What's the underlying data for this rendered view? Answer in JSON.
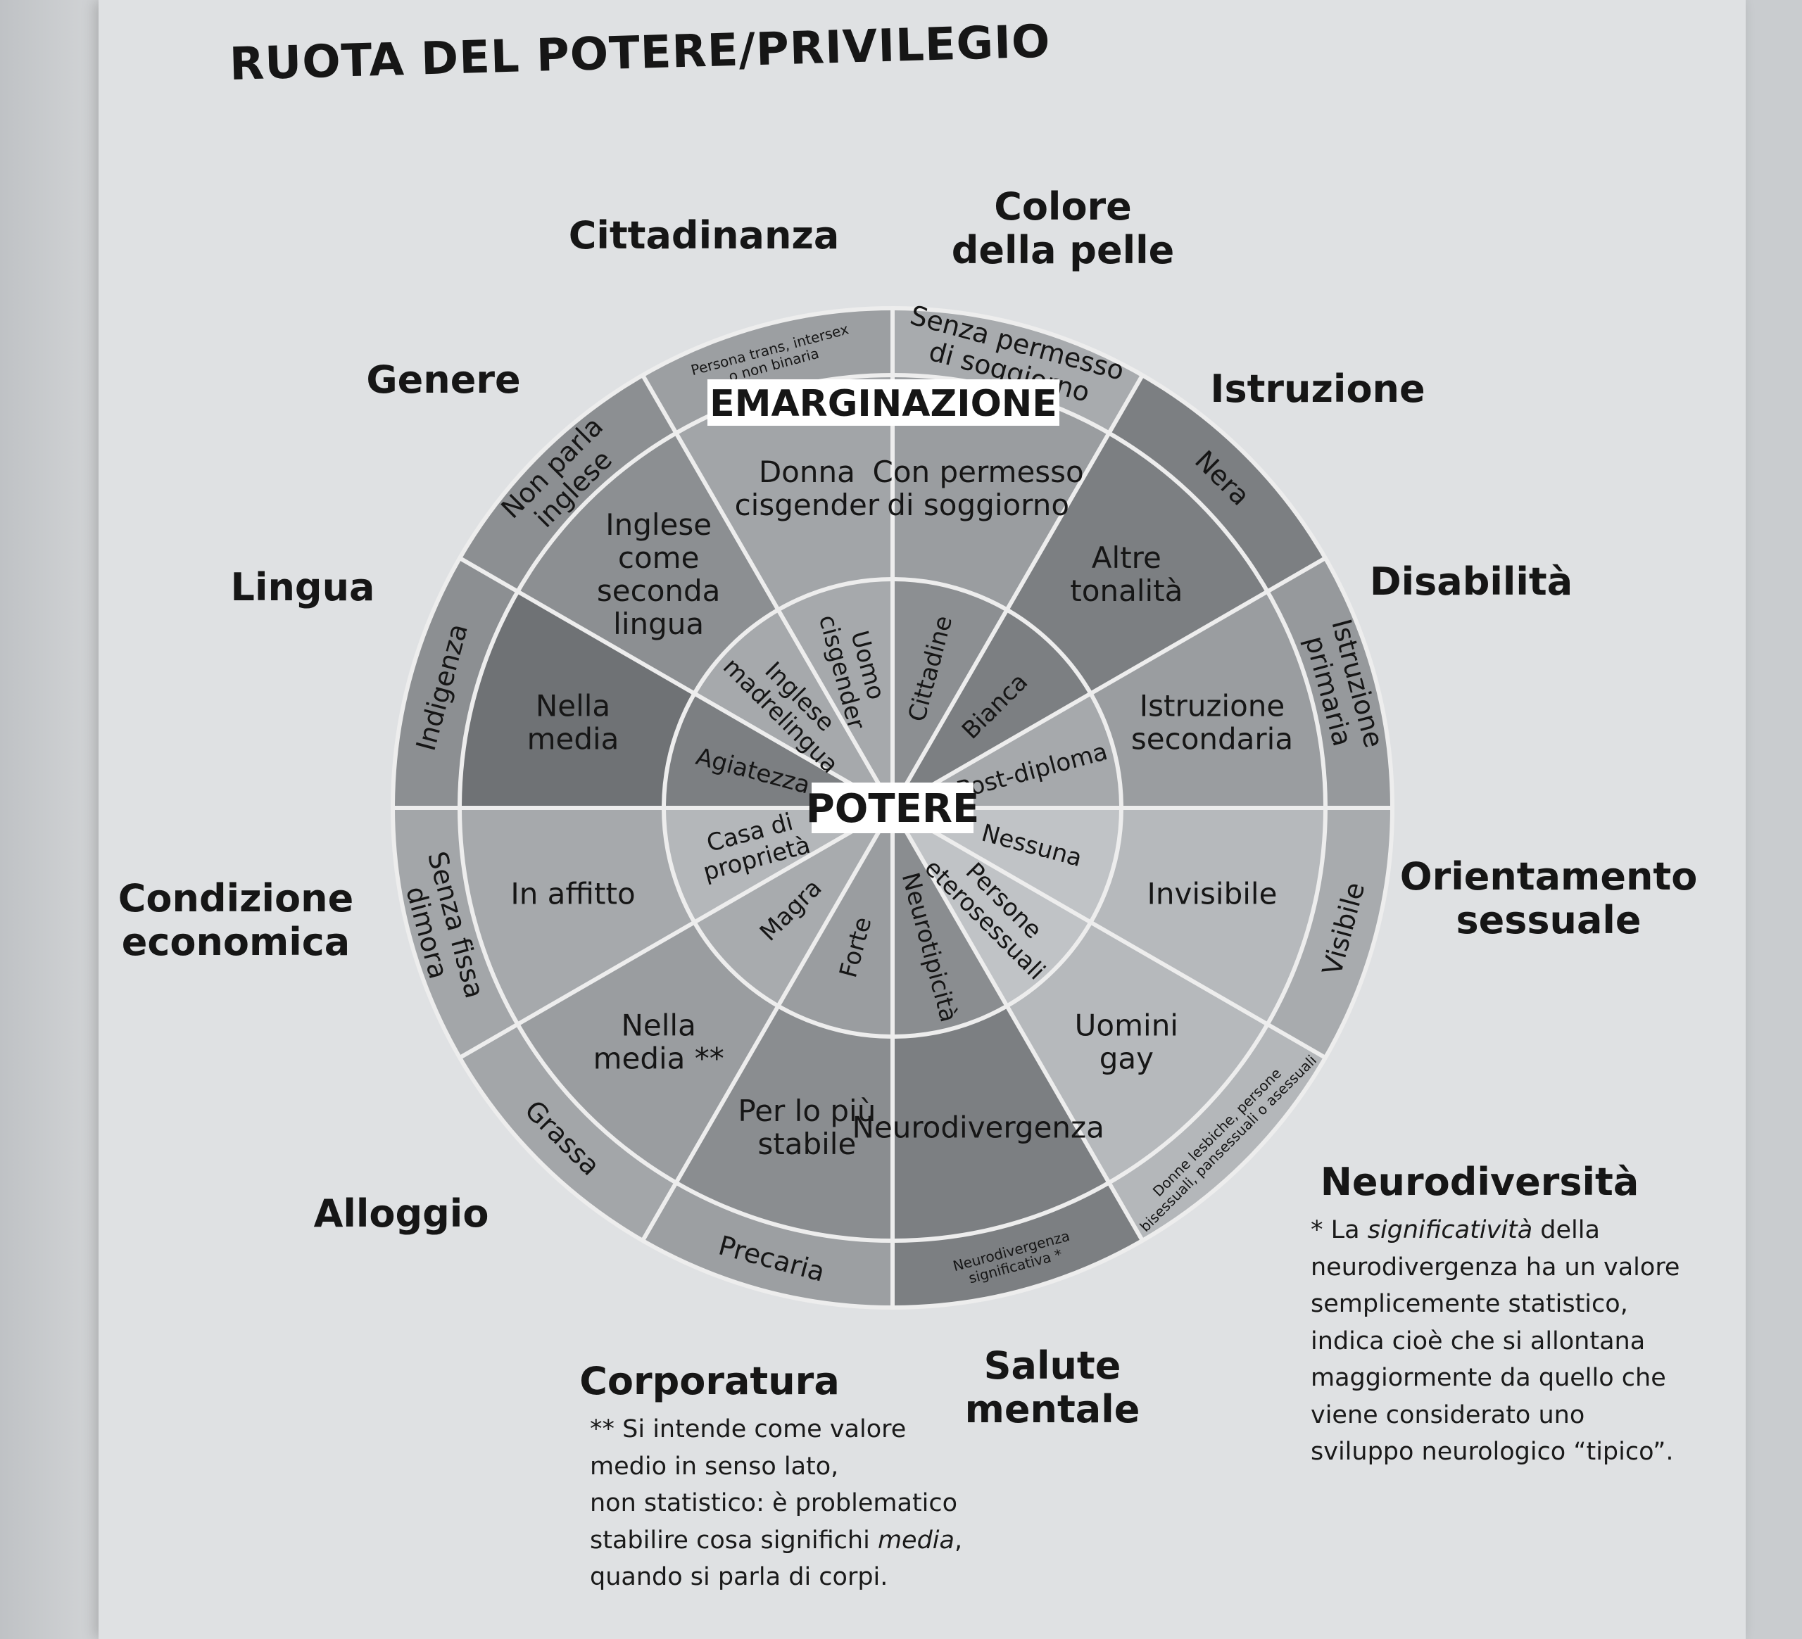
{
  "title": "RUOTA DEL POTERE/PRIVILEGIO",
  "center_label": "POTERE",
  "outer_ring_label": "EMARGINAZIONE",
  "categories": [
    "Cittadinanza",
    "Colore\ndella pelle",
    "Istruzione",
    "Disabilità",
    "Orientamento\nsessuale",
    "Neurodiversità",
    "Salute\nmentale",
    "Corporatura",
    "Alloggio",
    "Condizione\neconomica",
    "Lingua",
    "Genere"
  ],
  "inner_ring": [
    "Cittadine",
    "Bianca",
    "Post-diploma",
    "Nessuna",
    "Persone\neterosessuali",
    "Neurotipicità",
    "Forte",
    "Magra",
    "Casa di\nproprietà",
    "Agiatezza",
    "Inglese\nmadrelingua",
    "Uomo\ncisgender"
  ],
  "middle_ring": [
    "Con permesso\ndi soggiorno",
    "Altre\ntonalità",
    "Istruzione\nsecondaria",
    "Invisibile",
    "Uomini\ngay",
    "Neurodivergenza",
    "Per lo più\nstabile",
    "Nella\nmedia **",
    "In affitto",
    "Nella\nmedia",
    "Inglese\ncome\nseconda\nlingua",
    "Donna\ncisgender"
  ],
  "outer_ring": [
    "Senza permesso\ndi soggiorno",
    "Nera",
    "Istruzione\nprimaria",
    "Visibile",
    "Donne lesbiche, persone\nbisessuali, pansessuali o asessuali",
    "Neurodivergenza\nsignificativa *",
    "Precaria",
    "Grassa",
    "Senza fissa\ndimora",
    "Indigenza",
    "Non parla\ninglese",
    "Persona trans, intersex\no non binaria"
  ],
  "notes": {
    "neuro_lines": [
      "* La <i>significatività</i> della",
      "neurodivergenza ha un valore",
      "semplicemente statistico,",
      "indica cioè che si allontana",
      "maggiormente da quello che",
      "viene considerato uno",
      "sviluppo neurologico “tipico”."
    ],
    "body_lines": [
      "** Si intende come valore",
      "medio in senso lato,",
      "non statistico: è problematico",
      "stabilire cosa significhi <i>media</i>,",
      "quando si parla di corpi."
    ]
  },
  "colors": {
    "page": "#dfe1e3",
    "line": "#ededed",
    "text": "#161616",
    "outer_fills": [
      "#a8abae",
      "#7c7f82",
      "#96999c",
      "#a8abae",
      "#b4b7ba",
      "#7c7f82",
      "#9c9fa2",
      "#a3a6a9",
      "#a3a6a9",
      "#8c8f92",
      "#8c8f92",
      "#9c9fa2"
    ],
    "middle_fills": [
      "#9a9da0",
      "#7c7f82",
      "#9a9da0",
      "#b6b9bc",
      "#b6b9bc",
      "#7c7f82",
      "#8a8d90",
      "#9a9da0",
      "#a6a9ac",
      "#6f7275",
      "#8c8f92",
      "#a2a5a8"
    ],
    "inner_fills": [
      "#8c8f92",
      "#7c7f82",
      "#a6a9ac",
      "#c0c3c6",
      "#c0c3c6",
      "#8a8d90",
      "#9a9da0",
      "#a8abae",
      "#b4b7ba",
      "#7c7f82",
      "#a6a9ac",
      "#a6a9ac"
    ]
  }
}
